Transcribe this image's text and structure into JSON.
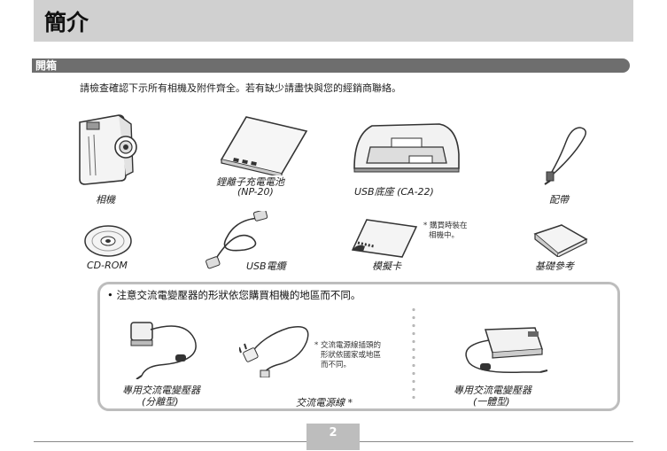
{
  "header": {
    "title": "簡介"
  },
  "section": {
    "title": "開箱"
  },
  "intro": "請檢查確認下示所有相機及附件齊全。若有缺少請盡快與您的經銷商聯絡。",
  "items": {
    "camera": "相機",
    "battery_1": "鋰離子充電電池",
    "battery_2": "(NP-20)",
    "cradle": "USB底座 (CA-22)",
    "strap": "配帶",
    "cdrom": "CD-ROM",
    "usb_cable": "USB電纜",
    "memory_card": "模擬卡",
    "basic_ref": "基礎參考",
    "card_note_1": "* 購買時裝在",
    "card_note_2": "相機中。"
  },
  "adapter_box": {
    "note": "• 注意交流電變壓器的形狀依您購買相機的地區而不同。",
    "separate_1": "專用交流電變壓器",
    "separate_2": "(分離型)",
    "power_cord": "交流電源線 *",
    "cord_note_1": "* 交流電源線插頭的",
    "cord_note_2": "形狀依國家或地區",
    "cord_note_3": "而不同。",
    "integrated_1": "專用交流電變壓器",
    "integrated_2": "(一體型)"
  },
  "footer": {
    "page": "2"
  }
}
